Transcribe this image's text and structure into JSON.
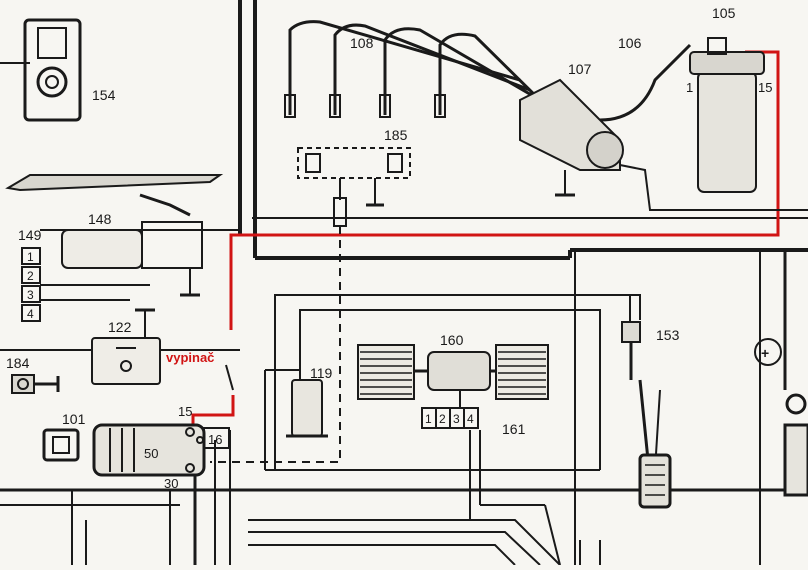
{
  "diagram": {
    "components": {
      "c154": "154",
      "c108": "108",
      "c105": "105",
      "c106": "106",
      "c107": "107",
      "c185": "185",
      "c148": "148",
      "c149": "149",
      "c122": "122",
      "c184": "184",
      "c101": "101",
      "c119": "119",
      "c160": "160",
      "c161": "161",
      "c153": "153"
    },
    "terminals": {
      "coil_1": "1",
      "coil_15": "15",
      "sw_15": "15",
      "sw_16": "16",
      "sw_50": "50",
      "sw_30": "30"
    },
    "connector_149_pins": [
      "1",
      "2",
      "3",
      "4"
    ],
    "connector_161_pins": [
      "1",
      "2",
      "3",
      "4"
    ],
    "switch_label": "vypinač",
    "battery_symbol": "+",
    "colors": {
      "highlight_wire": "#d11414",
      "ink": "#1a1a1a",
      "paper": "#f7f6f2"
    }
  }
}
